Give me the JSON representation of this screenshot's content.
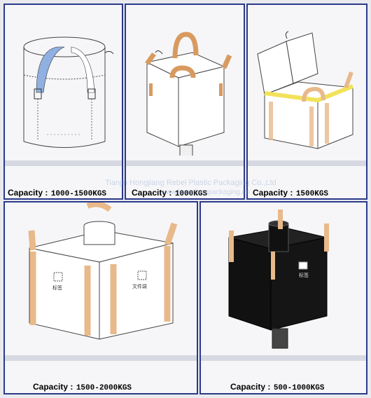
{
  "capacity_label": "Capacity :",
  "panels": [
    {
      "id": "p1",
      "value": "1000-1500KGS"
    },
    {
      "id": "p2",
      "value": "1000KGS"
    },
    {
      "id": "p3",
      "value": "1500KGS"
    },
    {
      "id": "p4",
      "value": "1500-2000KGS",
      "tags": [
        "标签",
        "文件袋"
      ]
    },
    {
      "id": "p5",
      "value": "500-1000KGS",
      "tags": [
        "标签"
      ]
    }
  ],
  "watermark": {
    "line1": "Tianjin Hongjiang Rebel Plastic Packaging Co.,Ltd",
    "line2": "www.hongjiangpackaging.en"
  },
  "colors": {
    "border": "#2b3a8a",
    "strap": "#e8b98a",
    "strap_dark": "#d99a60",
    "blue_strap": "#8fb0e0",
    "yellow_band": "#f2e25a",
    "black_bag": "#111111"
  }
}
